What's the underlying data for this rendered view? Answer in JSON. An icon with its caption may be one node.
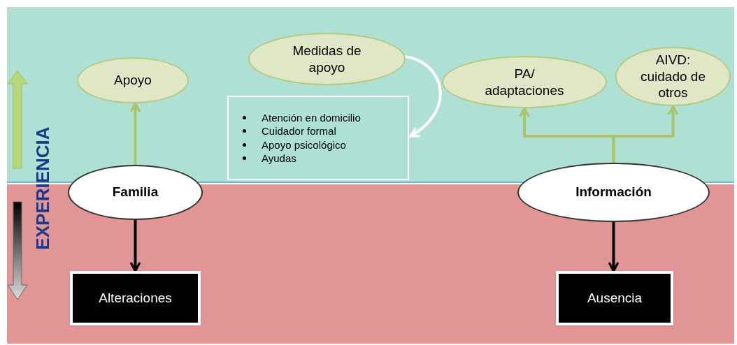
{
  "diagram": {
    "nodes": [
      {
        "text": [
          "Apoyo"
        ]
      },
      {
        "text": [
          "Medidas de apoyo"
        ]
      },
      {
        "text": [
          "Atención en domicilio",
          "Cuidador formal",
          "Apoyo psicológico",
          "Ayudas"
        ]
      },
      {
        "text": [
          "PA/ adaptaciones"
        ]
      },
      {
        "text": [
          "AIVD: cuidado de otros"
        ]
      },
      {
        "text": [
          "Familia"
        ]
      },
      {
        "text": [
          "Información"
        ]
      },
      {
        "text": [
          "Alteraciones"
        ]
      },
      {
        "text": [
          "Ausencia"
        ]
      }
    ],
    "edges": [
      {
        "from": 5,
        "to": 0,
        "arrow": "to",
        "color": "#a9c46c"
      },
      {
        "from": 1,
        "to": 2,
        "arrow": "to",
        "color": "#ffffff"
      },
      {
        "from": 6,
        "to": 3,
        "arrow": "to",
        "color": "#a9c46c"
      },
      {
        "from": 6,
        "to": 4,
        "arrow": "to",
        "color": "#a9c46c"
      },
      {
        "from": 5,
        "to": 7,
        "arrow": "to",
        "color": "#000000"
      },
      {
        "from": 6,
        "to": 8,
        "arrow": "to",
        "color": "#000000"
      }
    ],
    "labels": [
      "EXPERIENCIA"
    ]
  }
}
